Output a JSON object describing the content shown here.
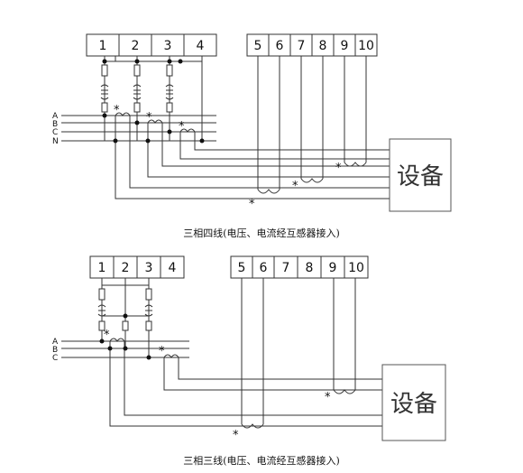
{
  "diagram1": {
    "terminals_left": [
      "1",
      "2",
      "3",
      "4"
    ],
    "terminals_right": [
      "5",
      "6",
      "7",
      "8",
      "9",
      "10"
    ],
    "phases": [
      "A",
      "B",
      "C",
      "N"
    ],
    "device_label": "设备",
    "polarity_mark": "*",
    "caption": "三相四线(电压、电流经互感器接入)"
  },
  "diagram2": {
    "terminals_left": [
      "1",
      "2",
      "3",
      "4"
    ],
    "terminals_right": [
      "5",
      "6",
      "7",
      "8",
      "9",
      "10"
    ],
    "phases": [
      "A",
      "B",
      "C"
    ],
    "device_label": "设备",
    "polarity_mark": "*",
    "caption": "三相三线(电压、电流经互感器接入)"
  },
  "colors": {
    "line": "#333333",
    "box_border": "#555555"
  }
}
